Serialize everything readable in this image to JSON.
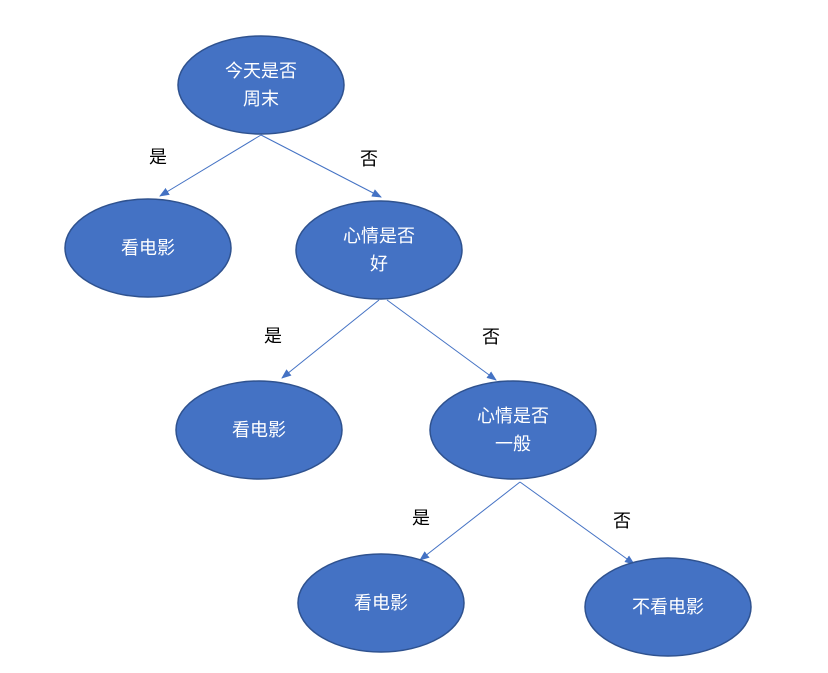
{
  "diagram": {
    "nodes": [
      {
        "id": "root",
        "lines": [
          "今天是否",
          "周末"
        ]
      },
      {
        "id": "movie-1",
        "lines": [
          "看电影"
        ]
      },
      {
        "id": "mood-good",
        "lines": [
          "心情是否",
          "好"
        ]
      },
      {
        "id": "movie-2",
        "lines": [
          "看电影"
        ]
      },
      {
        "id": "mood-ok",
        "lines": [
          "心情是否",
          "一般"
        ]
      },
      {
        "id": "movie-3",
        "lines": [
          "看电影"
        ]
      },
      {
        "id": "no-movie",
        "lines": [
          "不看电影"
        ]
      }
    ],
    "edges": [
      {
        "from": "root",
        "to": "movie-1",
        "label": "是"
      },
      {
        "from": "root",
        "to": "mood-good",
        "label": "否"
      },
      {
        "from": "mood-good",
        "to": "movie-2",
        "label": "是"
      },
      {
        "from": "mood-good",
        "to": "mood-ok",
        "label": "否"
      },
      {
        "from": "mood-ok",
        "to": "movie-3",
        "label": "是"
      },
      {
        "from": "mood-ok",
        "to": "no-movie",
        "label": "否"
      }
    ]
  },
  "colors": {
    "node_fill": "#4472c4",
    "node_stroke": "#2f528f",
    "edge": "#4472c4",
    "node_text": "#ffffff",
    "label_text": "#000000"
  }
}
